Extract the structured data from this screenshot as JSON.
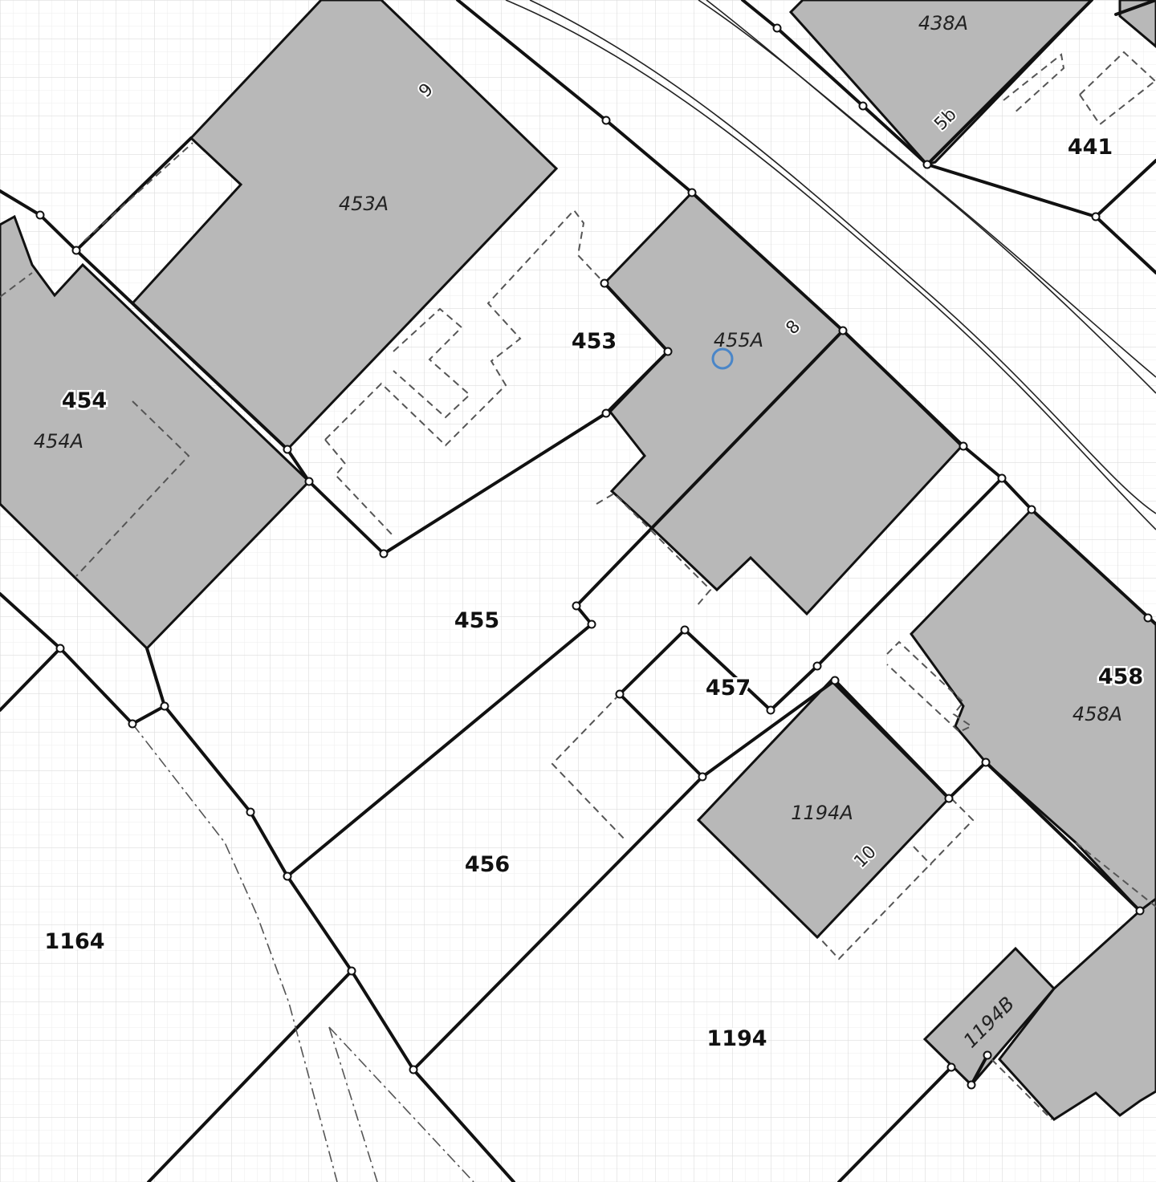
{
  "map": {
    "parcels": [
      {
        "id": "p453",
        "label": "453"
      },
      {
        "id": "p454",
        "label": "454"
      },
      {
        "id": "p455",
        "label": "455"
      },
      {
        "id": "p456",
        "label": "456"
      },
      {
        "id": "p457",
        "label": "457"
      },
      {
        "id": "p458",
        "label": "458"
      },
      {
        "id": "p441",
        "label": "441"
      },
      {
        "id": "p1164",
        "label": "1164"
      },
      {
        "id": "p1194",
        "label": "1194"
      }
    ],
    "buildings": [
      {
        "id": "b453A",
        "label": "453A"
      },
      {
        "id": "b454A",
        "label": "454A"
      },
      {
        "id": "b455A",
        "label": "455A"
      },
      {
        "id": "b438A",
        "label": "438A"
      },
      {
        "id": "b458A",
        "label": "458A"
      },
      {
        "id": "b1194A",
        "label": "1194A"
      },
      {
        "id": "b1194B",
        "label": "1194B"
      }
    ],
    "house_numbers": [
      {
        "id": "h9",
        "label": "9"
      },
      {
        "id": "h8",
        "label": "8"
      },
      {
        "id": "h5b",
        "label": "5b"
      },
      {
        "id": "h10",
        "label": "10"
      }
    ],
    "colors": {
      "building_fill": "#b8b8b8",
      "boundary": "#111111",
      "grid": "#e6e6e6",
      "marker": "#4a86c8"
    },
    "marker_icon": "location-circle-icon"
  }
}
